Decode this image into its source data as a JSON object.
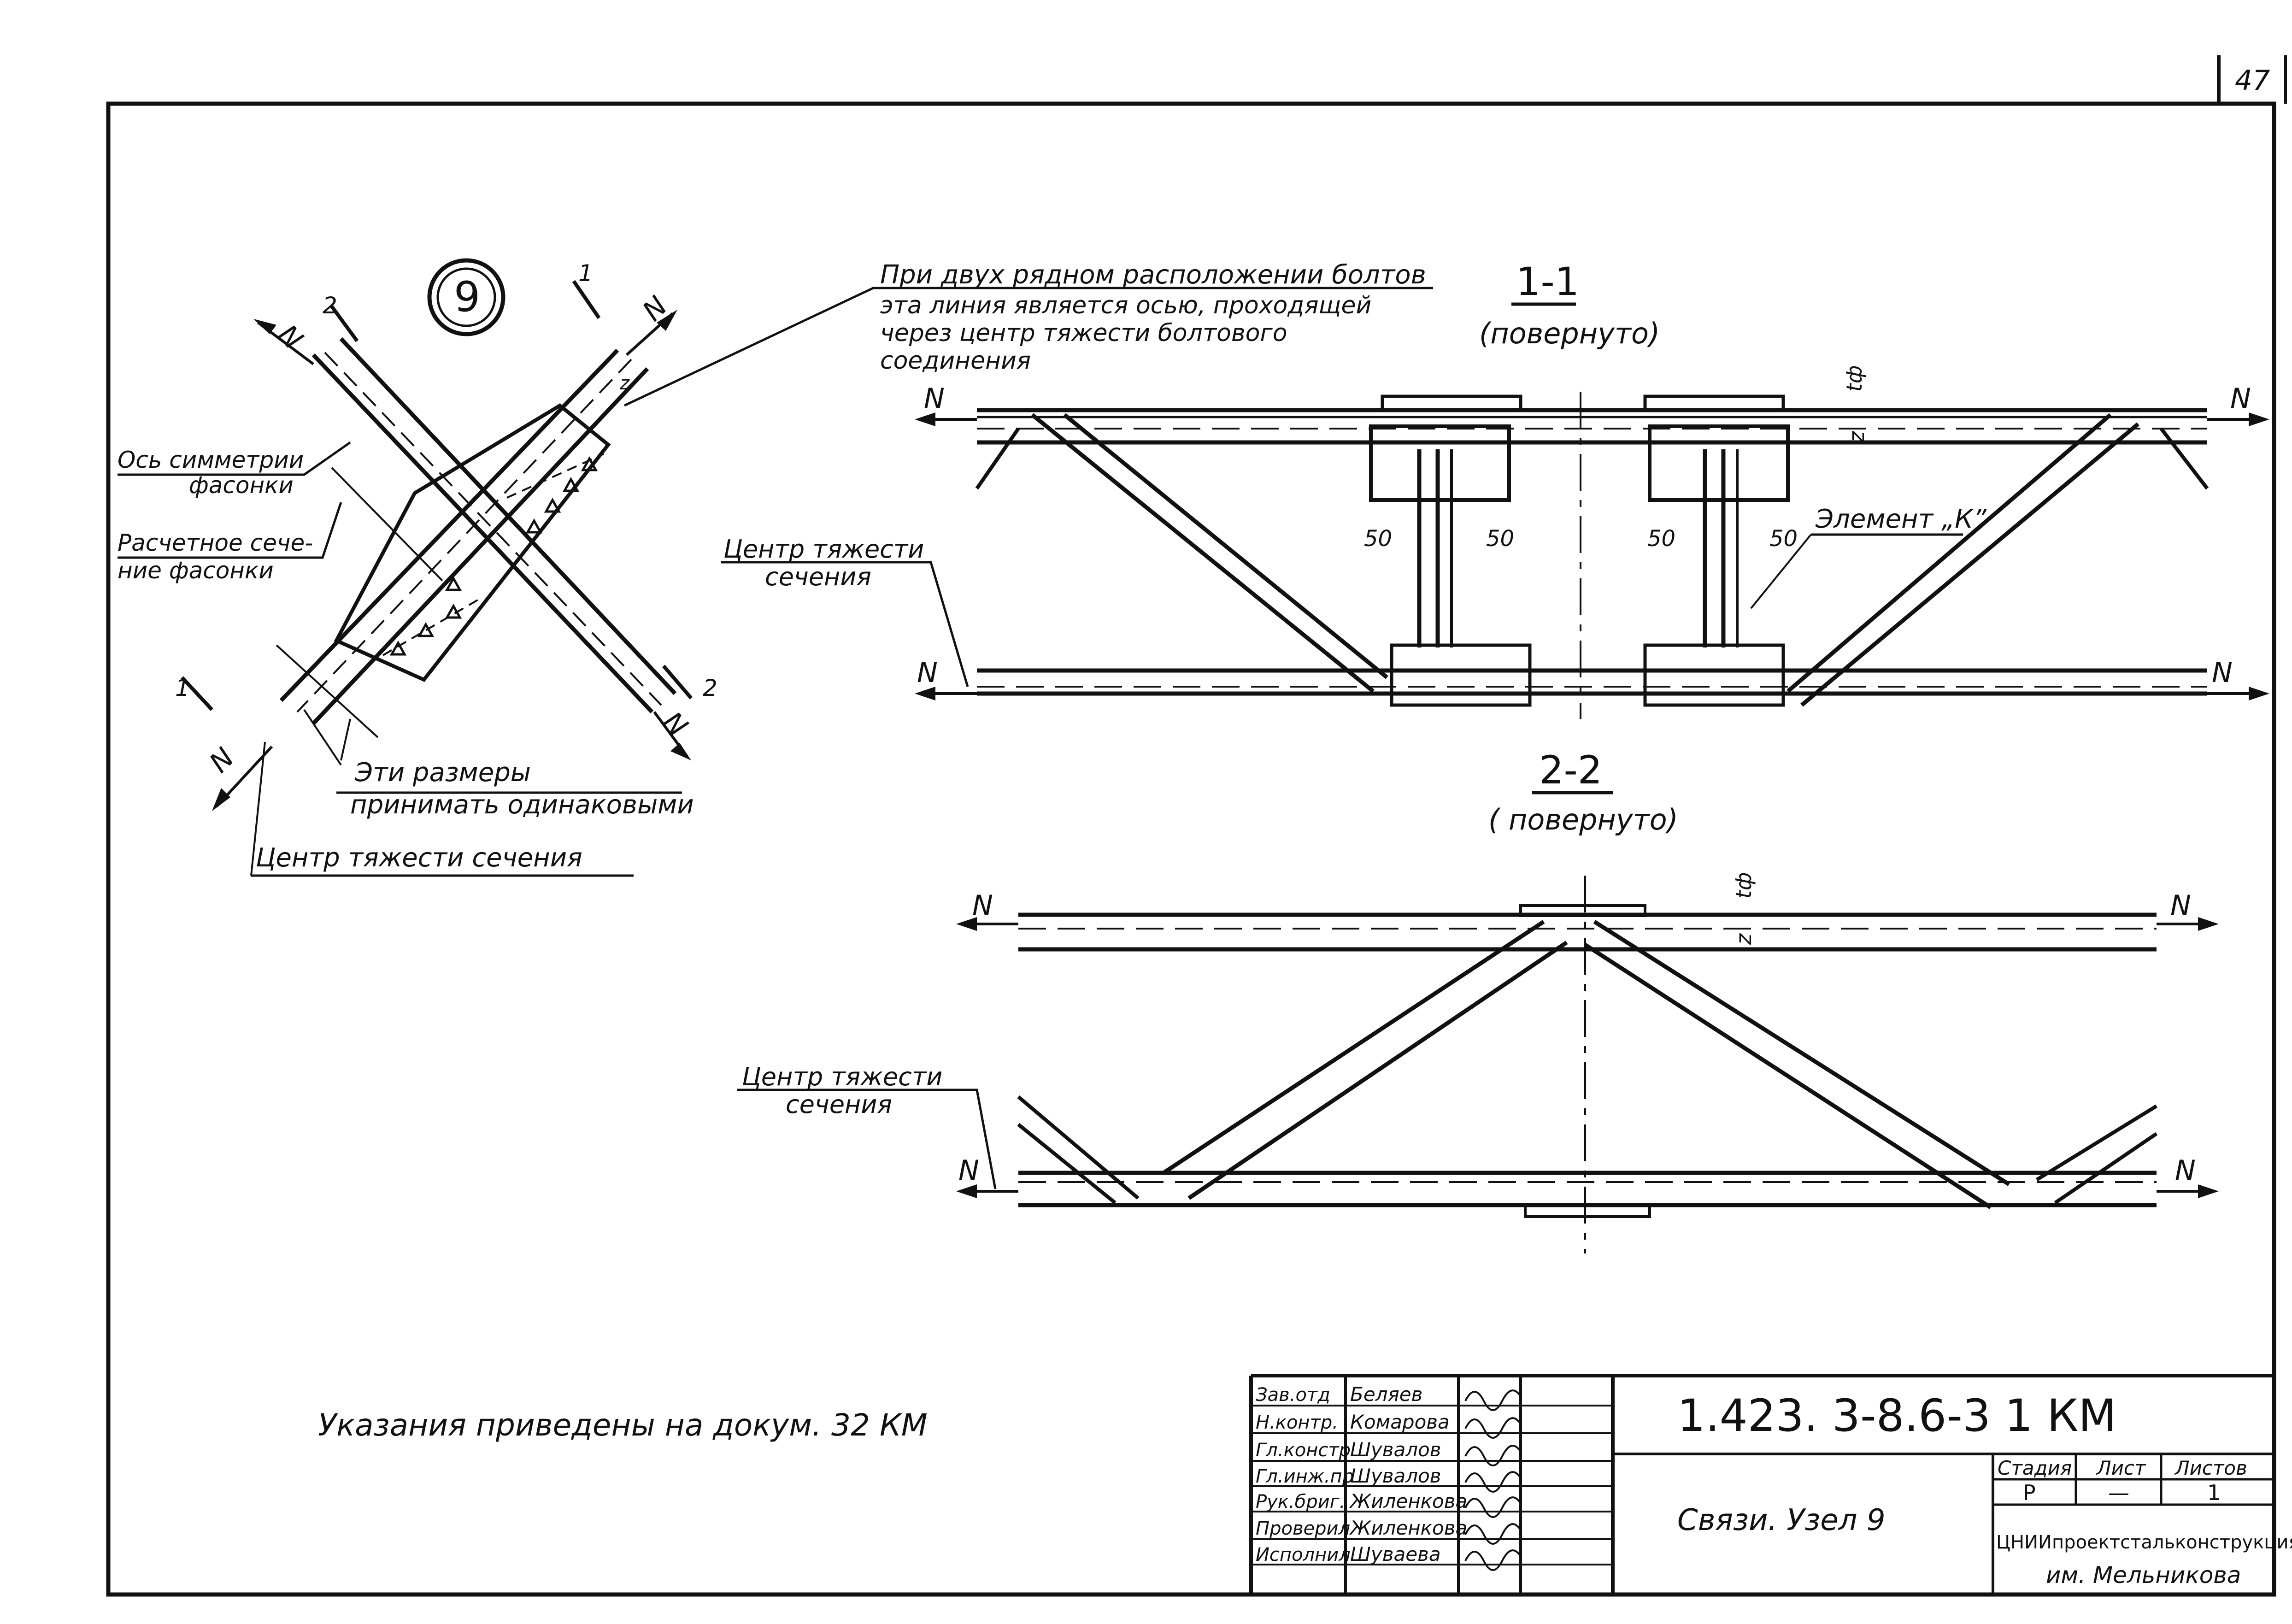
{
  "sheet_number": "47",
  "node_label": "9",
  "notes": {
    "two_row_line1": "При двух рядном расположении болтов",
    "two_row_line2": "эта линия является осью, проходящей",
    "two_row_line3": "через центр тяжести болтового",
    "two_row_line4": "соединения",
    "axis_sym_1": "Ось симметрии",
    "axis_sym_2": "фасонки",
    "calc_sec_1": "Расчетное сече-",
    "calc_sec_2": "ние фасонки",
    "same_dims_1": "Эти размеры",
    "same_dims_2": "принимать одинаковыми",
    "cg_section": "Центр тяжести сечения",
    "cg_1": "Центр тяжести",
    "cg_2": "сечения",
    "element_k": "Элемент „К”",
    "instructions": "Указания приведены на   докум. 32 КМ"
  },
  "section_11": {
    "title": "1-1",
    "sub": "(повернуто)"
  },
  "section_22": {
    "title": "2-2",
    "sub": "( повернуто)"
  },
  "labels": {
    "N": "N",
    "tf": "tф",
    "z": "z",
    "dim50": "50",
    "c1": "1",
    "c2": "2"
  },
  "title_block": {
    "doc_code": "1.423. 3-8.6-3 1 КМ",
    "title": "Связи.  Узел 9",
    "stage_h": "Стадия",
    "sheet_h": "Лист",
    "sheets_h": "Листов",
    "stage": "Р",
    "sheet": "—",
    "sheets": "1",
    "org1": "ЦНИИпроектстальконструкция",
    "org2": "им. Мельникова",
    "roles": [
      "Зав.отд",
      "Н.контр.",
      "Гл.констр",
      "Гл.инж.пр",
      "Рук.бриг.",
      "Проверил",
      "Исполнил"
    ],
    "names": [
      "Беляев",
      "Комарова",
      "Шувалов",
      "Шувалов",
      "Жиленкова",
      "Жиленкова",
      "Шуваева"
    ]
  }
}
